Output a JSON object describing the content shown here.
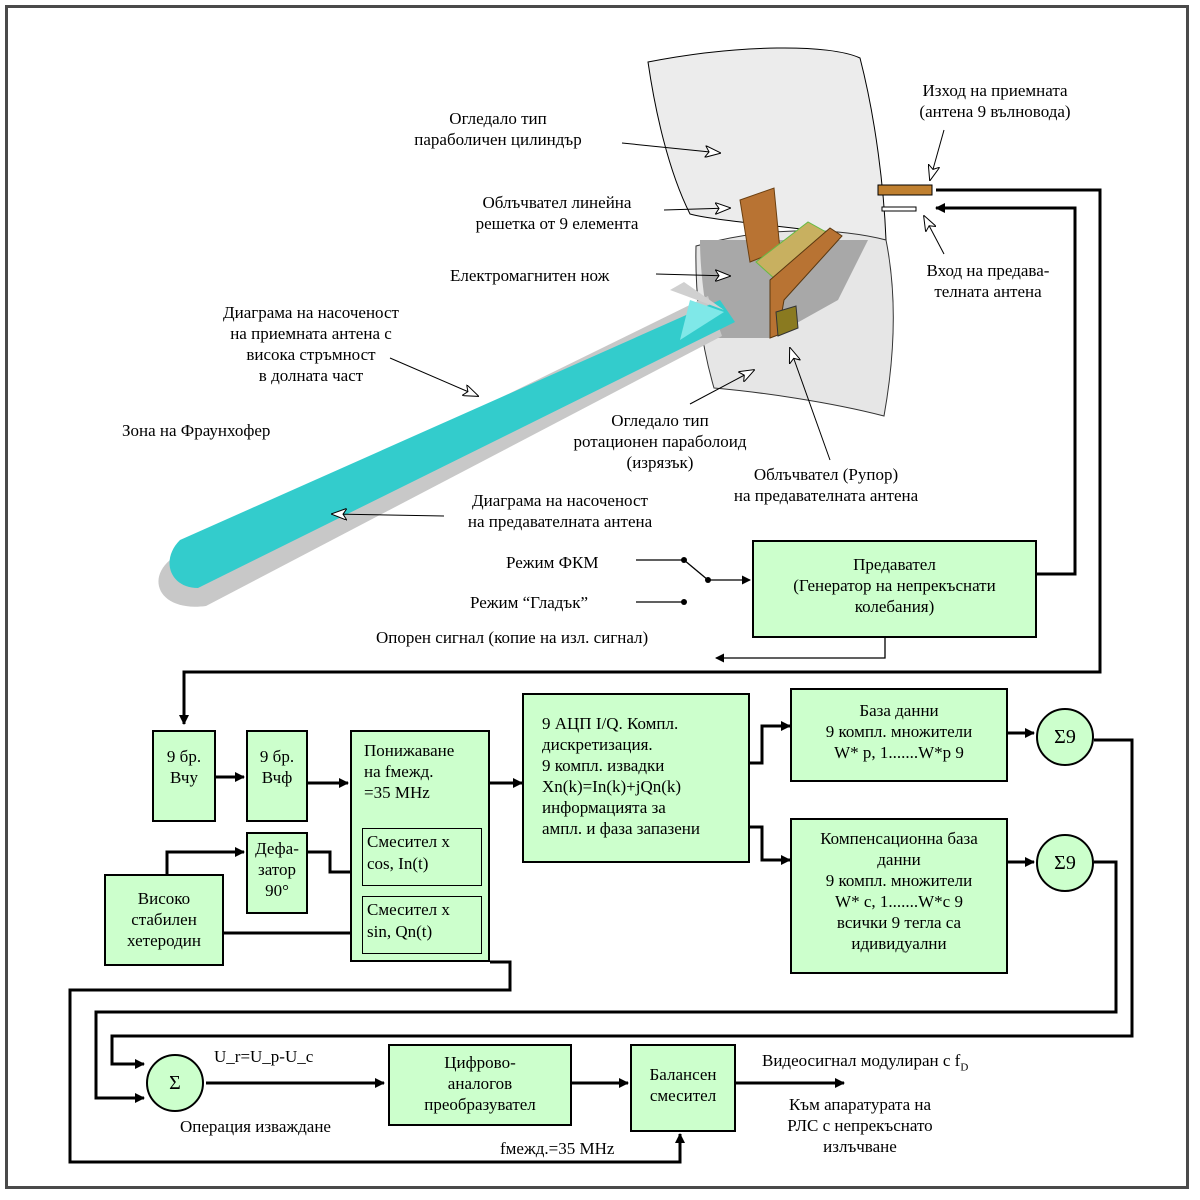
{
  "top_labels": {
    "mirror_cylinder": [
      "Огледало тип",
      "параболичен цилиндър"
    ],
    "receive_output": [
      "Изход на приемната",
      "(антена 9 вълновода)"
    ],
    "feed_array": [
      "Облъчвател линейна",
      "решетка от 9 елемента"
    ],
    "em_knife": "Електромагнитен нож",
    "transmit_input": [
      "Вход  на предава-",
      "телната антена"
    ],
    "rx_pattern": [
      "Диаграма на насоченост",
      "на приемната антена с",
      "висока стръмност",
      "в долната част"
    ],
    "fraunhofer": "Зона на Фраунхофер",
    "paraboloid": [
      "Огледало тип",
      "ротационен параболоид",
      "(изрязък)"
    ],
    "horn": [
      "Облъчвател (Рупор)",
      "на предавателната антена"
    ],
    "tx_pattern": [
      "Диаграма на насоченост",
      "на предавателната  антена"
    ]
  },
  "modes": {
    "fkm": "Режим ФКМ",
    "smooth": "Режим “Гладък”",
    "reference": "Опорен сигнал (копие на изл. сигнал)"
  },
  "transmitter": [
    "Предавател",
    "(Генератор на непрекъснати",
    "колебания)"
  ],
  "blocks": {
    "vchu": [
      "9 бр.",
      "Вчу"
    ],
    "vchf": [
      "9 бр.",
      "Вчф"
    ],
    "downconv": [
      "Понижаване",
      "на fмежд.",
      "=35 MHz"
    ],
    "mixer_cos": [
      "Смесител х",
      "cos, In(t)"
    ],
    "mixer_sin": [
      "Смесител х",
      "sin, Qn(t)"
    ],
    "phaser": [
      "Дефа-",
      "затор",
      "90°"
    ],
    "oscillator": [
      "Високо",
      "стабилен",
      "хетеродин"
    ],
    "adc": [
      "9 АЦП I/Q. Компл.",
      "дискретизация.",
      "9 компл. извадки",
      "Xn(k)=In(k)+jQn(k)",
      "информацията за",
      "ампл. и фаза запазени"
    ],
    "database": [
      "База данни",
      "9 компл. множители",
      "W* p, 1.......W*p 9"
    ],
    "comp_database": [
      "Компенсационна база",
      "данни",
      "9 компл. множители",
      "W* c, 1.......W*c 9",
      "всички 9 тегла са",
      "идивидуални"
    ],
    "sum1": "Σ9",
    "sum2": "Σ9",
    "sum3": "Σ",
    "dac": [
      "Цифрово-",
      "аналогов",
      "преобразувател"
    ],
    "balanced_mixer": [
      "Балансен",
      "смесител"
    ]
  },
  "bottom_labels": {
    "formula": "U_r=U_p-U_c",
    "subtraction": "Операция изваждане",
    "video": "Видеосигнал модулиран с f",
    "video_sub": "D",
    "if_freq": "fмежд.=35 MHz",
    "to_radar": [
      "Към апаратурата на",
      "РЛС с непрекъснато",
      "излъчване"
    ]
  },
  "colors": {
    "block_fill": "#ccffcc",
    "beam": "#33cccc",
    "beam_shadow": "#c8c8c8",
    "feed": "#b87333"
  }
}
